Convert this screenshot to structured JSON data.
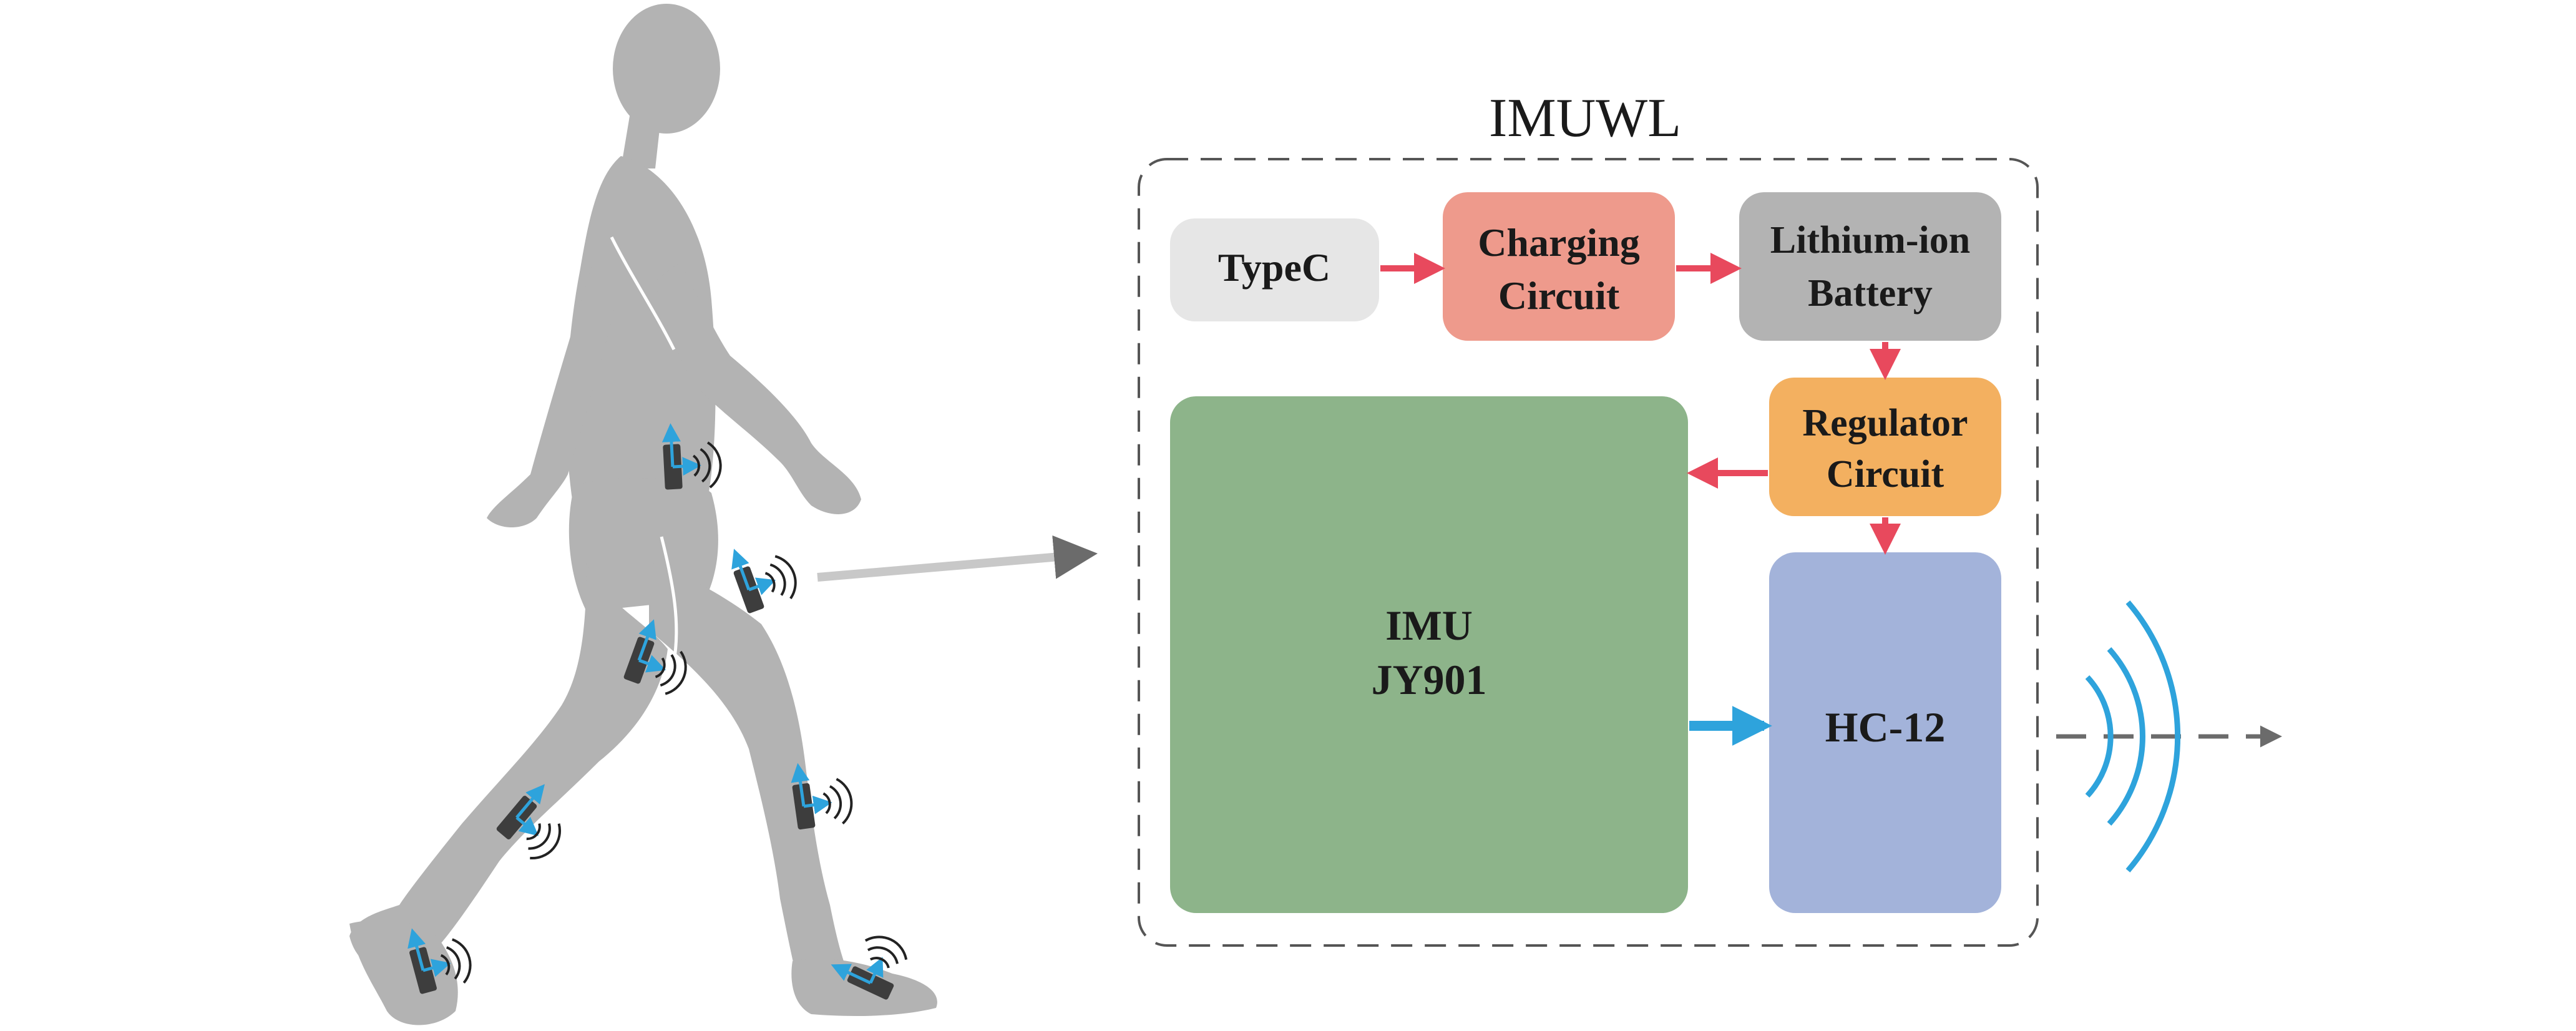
{
  "diagram": {
    "title": "IMUWL",
    "blocks": {
      "typec": {
        "label": "TypeC",
        "color": "#e6e6e6"
      },
      "charging": {
        "line1": "Charging",
        "line2": "Circuit",
        "color": "#ee9a8c"
      },
      "battery": {
        "line1": "Lithium-ion",
        "line2": "Battery",
        "color": "#b3b3b3"
      },
      "regulator": {
        "line1": "Regulator",
        "line2": "Circuit",
        "color": "#f3b060"
      },
      "imu": {
        "line1": "IMU",
        "line2": "JY901",
        "color": "#8db48a"
      },
      "hc12": {
        "label": "HC-12",
        "color": "#a3b3da"
      }
    },
    "colors": {
      "power_arrow": "#e8495d",
      "data_arrow": "#2ea3dc",
      "wireless": "#2ea3dc",
      "silhouette": "#b3b3b3",
      "sensor": "#3d3d3d",
      "boundary": "#555555"
    },
    "icons": [
      "walking-person-silhouette",
      "imu-sensor-icon",
      "wireless-signal-icon"
    ]
  }
}
